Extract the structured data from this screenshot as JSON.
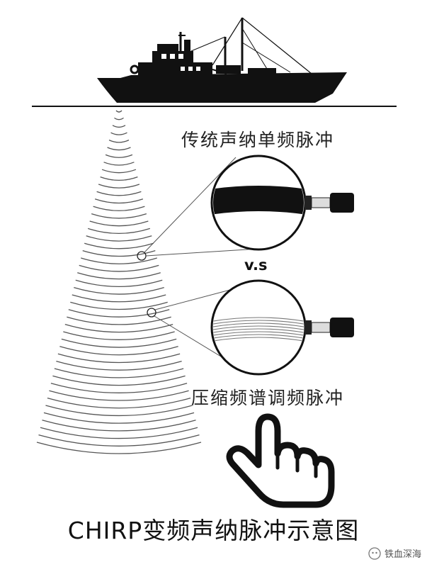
{
  "labels": {
    "mono_pulse": "传统声纳单频脉冲",
    "vs": "v.s",
    "chirp_pulse": "压缩频谱调频脉冲",
    "caption": "CHIRP变频声纳脉冲示意图"
  },
  "watermark": {
    "text": "铁血深海"
  },
  "colors": {
    "ink": "#111111",
    "beam": "#555555"
  }
}
